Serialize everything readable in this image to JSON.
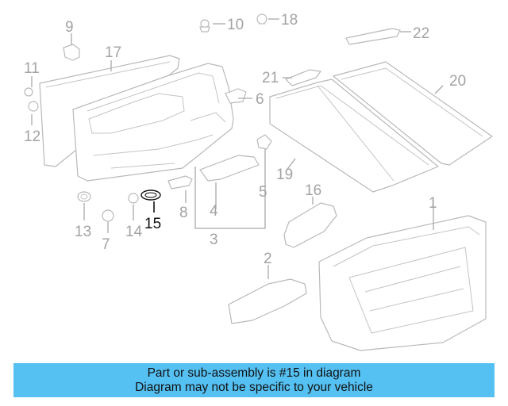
{
  "callouts": {
    "c1": "1",
    "c2": "2",
    "c3": "3",
    "c4": "4",
    "c5": "5",
    "c6": "6",
    "c7": "7",
    "c8": "8",
    "c9": "9",
    "c10": "10",
    "c11": "11",
    "c12": "12",
    "c13": "13",
    "c14": "14",
    "c15": "15",
    "c16": "16",
    "c17": "17",
    "c18": "18",
    "c19": "19",
    "c20": "20",
    "c21": "21",
    "c22": "22"
  },
  "highlighted_part": "15",
  "colors": {
    "banner": "#55c0f2",
    "highlight": "#111111",
    "parts": "#b9b9b9"
  },
  "banner": {
    "line1": "Part or sub-assembly is #15 in diagram",
    "line2": "Diagram may not be specific to your vehicle"
  }
}
